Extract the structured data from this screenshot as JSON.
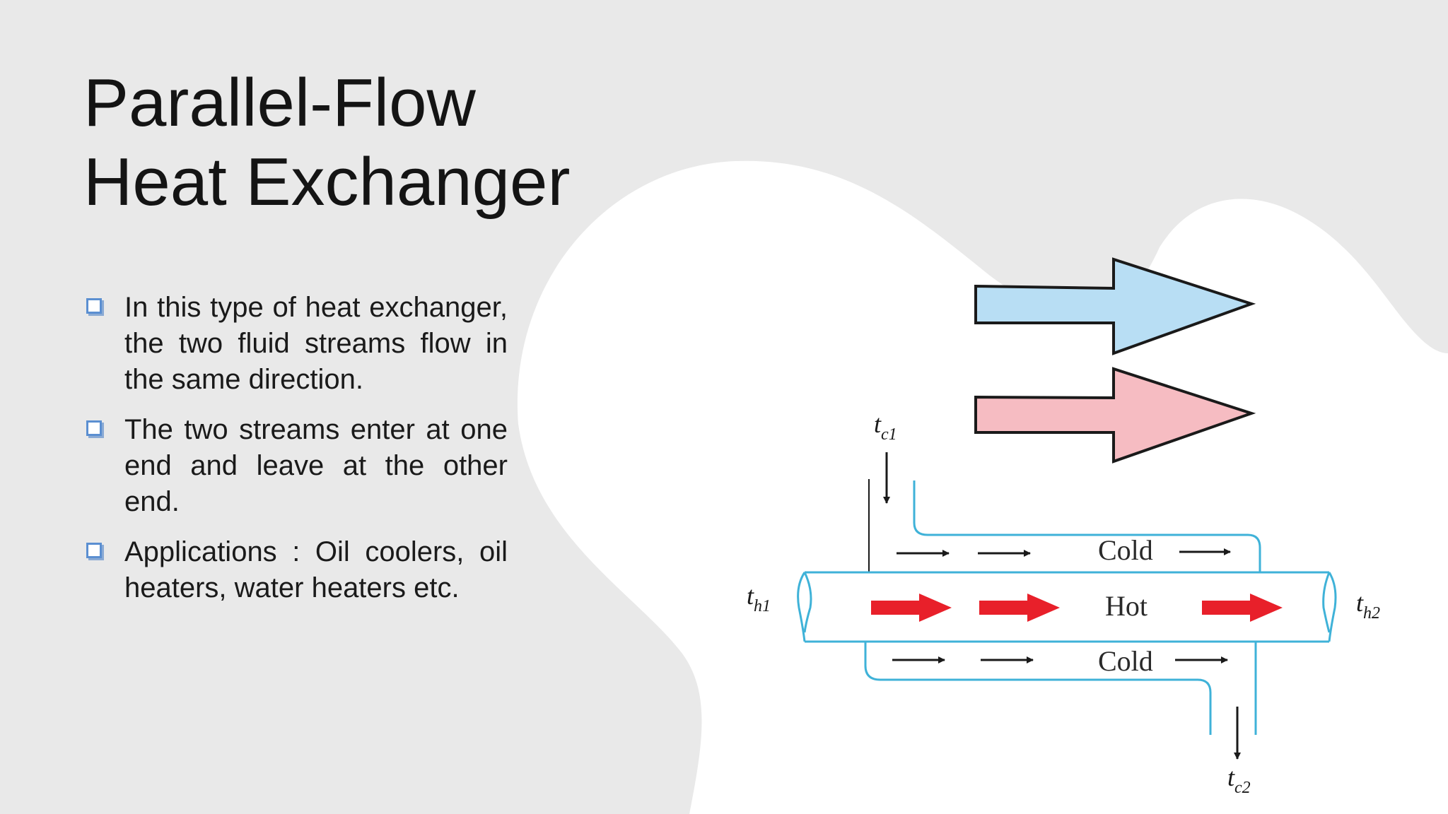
{
  "slide": {
    "title_line1": "Parallel-Flow",
    "title_line2": "Heat Exchanger",
    "bullets": [
      "In this type of heat exchanger, the two fluid streams flow in the same direction.",
      "The two streams enter at one end and leave at the other end.",
      "Applications : Oil coolers, oil heaters, water heaters etc."
    ]
  },
  "diagram": {
    "labels": {
      "cold_top": "Cold",
      "hot": "Hot",
      "cold_bottom": "Cold"
    },
    "symbols": {
      "tc1_main": "t",
      "tc1_sub": "c1",
      "th1_main": "t",
      "th1_sub": "h1",
      "th2_main": "t",
      "th2_sub": "h2",
      "tc2_main": "t",
      "tc2_sub": "c2"
    },
    "colors": {
      "cold_arrow": "#b8def4",
      "hot_arrow": "#f6bcc2",
      "pipe": "#3fb2d8",
      "hot_flow": "#e8202a",
      "flow_arrow": "#1a1a1a"
    }
  }
}
